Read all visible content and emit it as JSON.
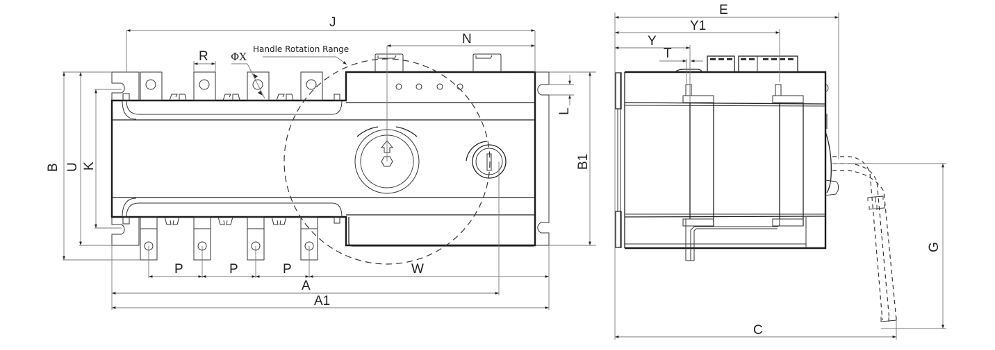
{
  "drawing": {
    "title": "Automatic Transfer Switch outline dimensions",
    "front_view": {
      "dimensions": {
        "J": "J",
        "N": "N",
        "R": "R",
        "phiX": "ΦX",
        "B": "B",
        "U": "U",
        "K": "K",
        "L": "L",
        "B1": "B1",
        "P1": "P",
        "P2": "P",
        "P3": "P",
        "W": "W",
        "A": "A",
        "A1": "A1"
      },
      "annotation": "Handle Rotation Range",
      "terminal_count_top": 4,
      "terminal_count_bottom": 4,
      "indicator_dots": 4
    },
    "side_view": {
      "dimensions": {
        "E": "E",
        "Y1": "Y1",
        "Y": "Y",
        "T": "T",
        "C": "C",
        "G": "G"
      }
    }
  }
}
